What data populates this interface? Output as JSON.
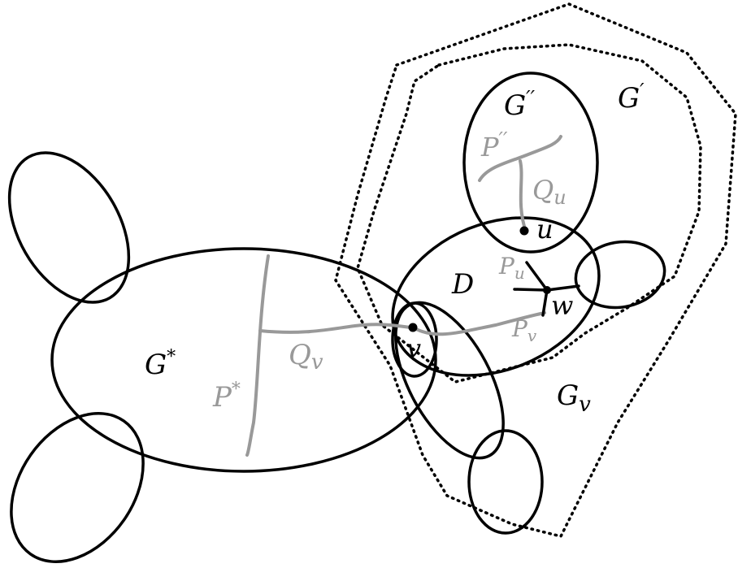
{
  "labels": {
    "g_star": {
      "base": "G",
      "sup": "*"
    },
    "g_prime": {
      "base": "G",
      "sup": "′"
    },
    "g_dprime": {
      "base": "G",
      "sup": "′′"
    },
    "g_v": {
      "base": "G",
      "sub": "v"
    },
    "d": "D",
    "p_star": {
      "base": "P",
      "sup": "*"
    },
    "p_dprime": {
      "base": "P",
      "sup": "′′"
    },
    "q_v": {
      "base": "Q",
      "sub": "v"
    },
    "q_u": {
      "base": "Q",
      "sub": "u"
    },
    "p_u": {
      "base": "P",
      "sub": "u"
    },
    "p_v": {
      "base": "P",
      "sub": "v"
    },
    "v": "v",
    "u": "u",
    "w": "w"
  },
  "colors": {
    "stroke": "#000000",
    "path": "#999999",
    "background": "#ffffff"
  }
}
